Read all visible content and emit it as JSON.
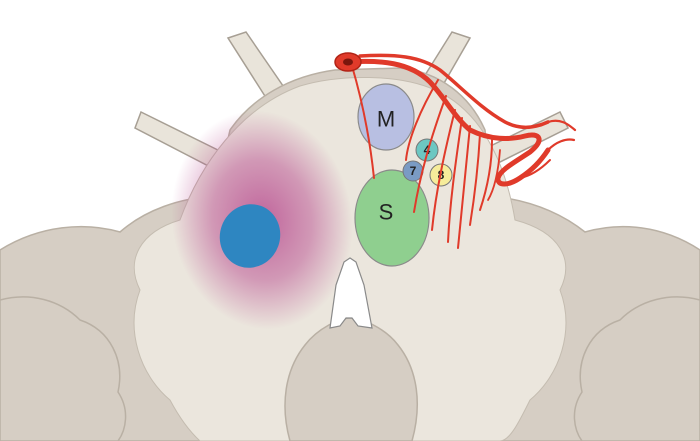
{
  "labels": {
    "M": "M",
    "S": "S",
    "n4": "4",
    "n7": "7",
    "n8": "8"
  },
  "colors": {
    "background": "#ffffff",
    "outer_tissue": "#d6cec4",
    "outer_tissue_edge": "#b9b0a4",
    "inner_tissue": "#ebe6dd",
    "nerve_root": "#e9e4da",
    "nerve_root_edge": "#a79f94",
    "lesion_glow": "#b23a86",
    "lesion_core": "#2e86c1",
    "artery": "#e03a2a",
    "artery_dark": "#b12316",
    "nucleus_M": "#b8bfe2",
    "nucleus_S": "#8fcf8f",
    "nucleus_4": "#6cc7c2",
    "nucleus_7": "#7a9bc4",
    "nucleus_8": "#f6ec9a",
    "nucleus_outline": "#8a8a8a"
  },
  "icons": [
    "arterial-branches",
    "lesion-marker"
  ]
}
